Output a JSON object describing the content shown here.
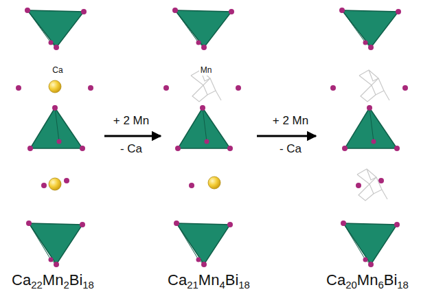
{
  "diagram": {
    "nodes": [
      {
        "text": [
          "Ca22Mn2Bi18"
        ]
      },
      {
        "text": [
          "Ca21Mn4Bi18"
        ]
      },
      {
        "text": [
          "Ca20Mn6Bi18"
        ]
      }
    ],
    "edges": [
      {
        "from": 0,
        "to": 1,
        "arrow": "to"
      },
      {
        "from": 1,
        "to": 2,
        "arrow": "to"
      }
    ],
    "labels": [
      "Ca",
      "Mn",
      "+ 2 Mn",
      "- Ca",
      "+ 2 Mn",
      "- Ca"
    ]
  }
}
